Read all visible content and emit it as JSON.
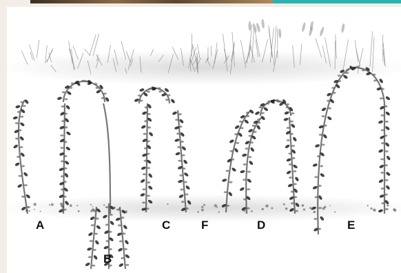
{
  "diagram": {
    "labels": {
      "a": "A",
      "b": "B",
      "c": "C",
      "f": "F",
      "d": "D",
      "e": "E"
    }
  },
  "colors": {
    "page_background": "#f2ede6",
    "panel_background": "#ffffff",
    "accent_teal": "#2bb3b0",
    "ink": "#222222"
  }
}
